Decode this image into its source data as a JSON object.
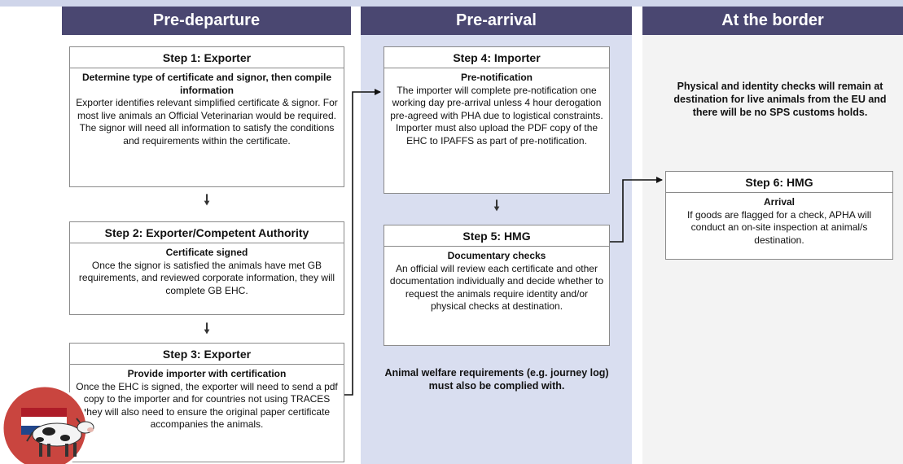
{
  "columns": [
    {
      "title": "Pre-departure"
    },
    {
      "title": "Pre-arrival"
    },
    {
      "title": "At the border"
    }
  ],
  "steps": [
    {
      "title": "Step 1: Exporter",
      "subtitle": "Determine type of certificate and signor, then compile information",
      "body": "Exporter identifies relevant simplified  certificate & signor. For most live animals  an Official Veterinarian would be required. The signor will need all information to satisfy the conditions and requirements within the certificate."
    },
    {
      "title": "Step 2: Exporter/Competent Authority",
      "subtitle": "Certificate signed",
      "body": "Once the signor is satisfied the animals have met GB requirements, and reviewed corporate information, they will complete GB EHC."
    },
    {
      "title": "Step 3: Exporter",
      "subtitle": "Provide importer with certification",
      "body": "Once the EHC is signed, the exporter will need to send a pdf copy to the importer and for countries not using TRACES they will also need to ensure the original paper certificate accompanies the animals."
    },
    {
      "title": "Step 4: Importer",
      "subtitle": "Pre-notification",
      "body": "The importer will complete pre-notification one working day  pre-arrival unless 4 hour derogation pre-agreed with PHA due to logistical constraints. Importer must also upload the PDF copy of the EHC to IPAFFS as part of pre-notification."
    },
    {
      "title": "Step 5: HMG",
      "subtitle": "Documentary checks",
      "body": "An official will review each certificate and other documentation individually and decide whether to request the animals require identity and/or physical checks at destination."
    },
    {
      "title": "Step 6: HMG",
      "subtitle": "Arrival",
      "body": "If goods are flagged for a check, APHA will conduct an on-site inspection at animal/s destination."
    }
  ],
  "notes": {
    "welfare": "Animal welfare requirements (e.g. journey log) must also be complied with.",
    "border": "Physical and identity checks will remain at destination for live animals from the EU and there will be no SPS customs holds."
  },
  "arrow_glyph": "🠗",
  "colors": {
    "header_bg": "#4a4771",
    "pre_arrival_bg": "#d9def0",
    "border_bg": "#f3f3f3",
    "badge_red": "#c9453f",
    "flag_red": "#ae1c28",
    "flag_blue": "#21468b"
  },
  "icons": [
    "down-arrow-icon",
    "netherlands-flag-icon",
    "cow-icon"
  ]
}
